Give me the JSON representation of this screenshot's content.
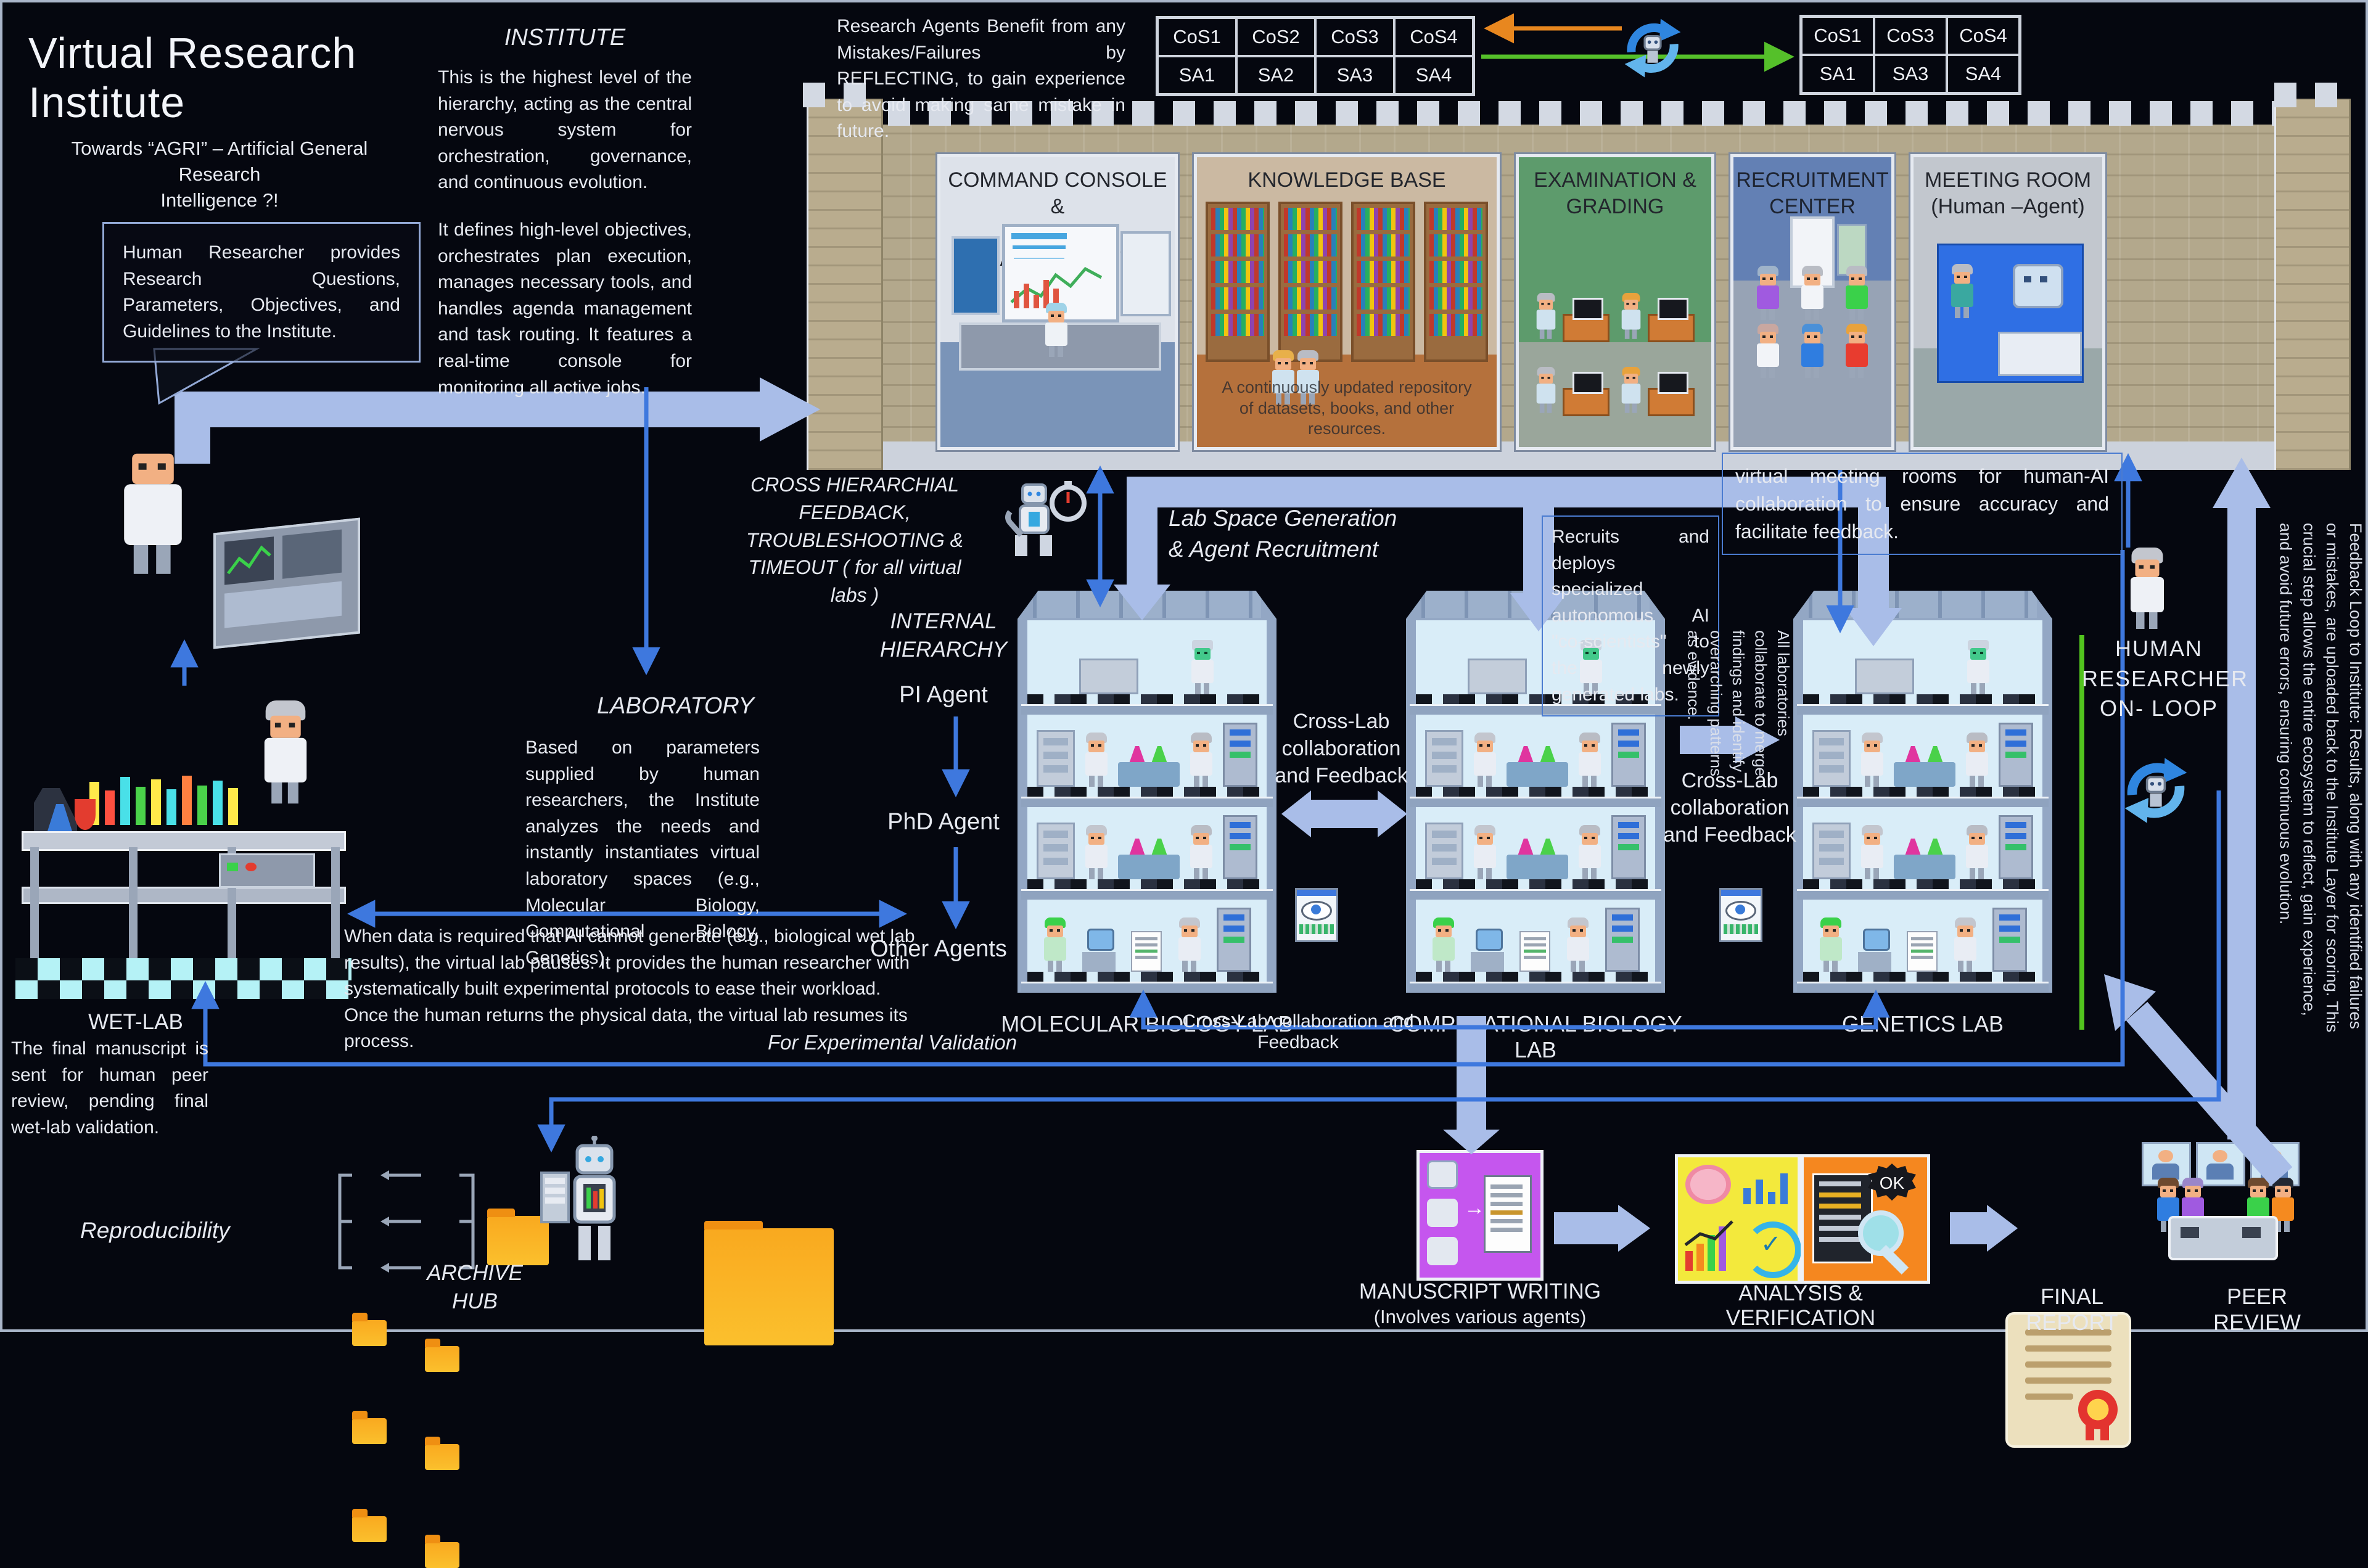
{
  "colors": {
    "background": "#05070f",
    "arrow_light": "#a9bde8",
    "arrow_blue": "#3e78de",
    "green_line": "#52c41e",
    "arrow_orange": "#e8871f",
    "arrow_green": "#55c02a",
    "panel_purple": "#c556ee",
    "panel_yellow": "#f3e93c",
    "panel_orange": "#f5871f",
    "folder_orange": "#f9a825"
  },
  "header": {
    "title": "Virtual Research Institute",
    "subtitle": "Towards “AGRI” – Artificial General Research\nIntelligence ?!"
  },
  "institute": {
    "heading": "INSTITUTE",
    "para1": "This is the highest level of the hierarchy, acting as the central nervous system for orchestration, governance, and continuous evolution.",
    "para2": "It defines high-level objectives, orchestrates plan execution, manages necessary tools, and handles agenda management and task routing. It features a real-time console for monitoring all active jobs."
  },
  "speech_bubble": {
    "text": "Human Researcher provides Research Questions, Parameters, Objectives, and Guidelines to the Institute."
  },
  "reflection_banner": {
    "text": "Research Agents Benefit from any Mistakes/Failures by REFLECTING, to gain experience to avoid making same mistake in future."
  },
  "agent_tables": {
    "left": [
      [
        "CoS1",
        "CoS2",
        "CoS3",
        "CoS4"
      ],
      [
        "SA1",
        "SA2",
        "SA3",
        "SA4"
      ]
    ],
    "right": [
      [
        "CoS1",
        "CoS3",
        "CoS4"
      ],
      [
        "SA1",
        "SA3",
        "SA4"
      ]
    ]
  },
  "castle": {
    "rooms": [
      {
        "label": "COMMAND CONSOLE &\nAGENDA MANAGEMENT"
      },
      {
        "label": "KNOWLEDGE BASE"
      },
      {
        "label": "EXAMINATION &\nGRADING"
      },
      {
        "label": "RECRUITMENT\nCENTER"
      },
      {
        "label": "MEETING ROOM\n(Human –Agent)"
      }
    ],
    "knowledge_caption": "A continuously updated repository of datasets, books, and other resources."
  },
  "cross_hierarchial": {
    "text": "CROSS HIERARCHIAL\nFEEDBACK,\nTROUBLESHOOTING &\nTIMEOUT ( for all virtual labs )"
  },
  "lab_space": {
    "text": "Lab Space Generation\n& Agent Recruitment"
  },
  "recruits": {
    "text": "Recruits and deploys specialized autonomous AI \"co-scientists\" to the newly generated labs."
  },
  "virtual_rooms": {
    "text": "virtual meeting rooms for human-AI collaboration to ensure accuracy and facilitate feedback."
  },
  "hierarchy": {
    "heading": "INTERNAL\nHIERARCHY",
    "pi": "PI Agent",
    "phd": "PhD Agent",
    "other": "Other Agents"
  },
  "labs": {
    "names": [
      "MOLECULAR BIOLOGY LAB",
      "COMPUTATIONAL BIOLOGY LAB",
      "GENETICS LAB"
    ]
  },
  "cross_lab": {
    "between1": "Cross-Lab\ncollaboration\nand Feedback",
    "vertical": "All laboratories\ncollaborate to merge\nfindings and identify\noverarching patterns\nas evidence.",
    "between2": "Cross-Lab\ncollaboration\nand Feedback",
    "bottom": "Cross-Lab collaboration and Feedback"
  },
  "laboratory": {
    "heading": "LABORATORY",
    "text": "Based on parameters supplied by human researchers, the Institute analyzes the needs and instantly instantiates virtual laboratory spaces (e.g., Molecular Biology, Computational Biology, Genetics)."
  },
  "wet_lab": {
    "label": "WET-LAB",
    "pause_text": "When data is required that AI cannot generate (e.g., biological wet lab results), the virtual lab pauses. It provides the human researcher with systematically built experimental protocols to ease their workload.\nOnce the human returns the physical data, the virtual lab resumes its process."
  },
  "final_manuscript": {
    "text": "The final manuscript is sent for human peer review, pending final wet-lab validation."
  },
  "for_experimental": {
    "text": "For Experimental Validation"
  },
  "reproducibility": {
    "text": "Reproducibility"
  },
  "archive_hub": {
    "text": "ARCHIVE\nHUB"
  },
  "human_onloop": {
    "text": "HUMAN\nRESEARCHER\nON- LOOP"
  },
  "feedback_loop": {
    "text": "Feedback Loop to Institute: Results, along with any identified failures or mistakes, are uploaded back to the Institute Layer for scoring. This crucial step allows the entire ecosystem to reflect, gain experience, and avoid future errors, ensuring continuous evolution."
  },
  "manuscript": {
    "label": "MANUSCRIPT WRITING",
    "sub": "(Involves various agents)"
  },
  "analysis": {
    "label": "ANALYSIS & VERIFICATION",
    "ok_badge": "OK"
  },
  "final_report": {
    "label": "FINAL REPORT"
  },
  "peer_review": {
    "label": "PEER REVIEW"
  }
}
